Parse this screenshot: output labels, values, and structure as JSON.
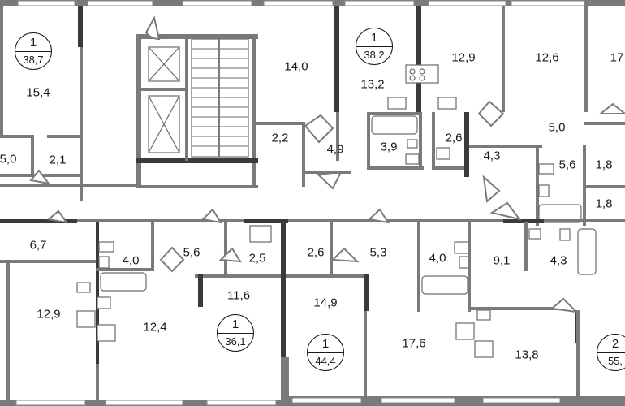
{
  "apartments": [
    {
      "rooms": "1",
      "total": "38,7"
    },
    {
      "rooms": "1",
      "total": "38,2"
    },
    {
      "rooms": "1",
      "total": "36,1"
    },
    {
      "rooms": "1",
      "total": "44,4"
    },
    {
      "rooms": "2",
      "total": "55,"
    }
  ],
  "room_areas": [
    "15,4",
    "5,0",
    "2,1",
    "14,0",
    "2,2",
    "4,9",
    "13,2",
    "3,9",
    "2,6",
    "12,9",
    "12,6",
    "17",
    "4,3",
    "5,0",
    "5,6",
    "1,8",
    "1,8",
    "6,7",
    "4,0",
    "5,6",
    "2,5",
    "2,6",
    "5,3",
    "4,0",
    "9,1",
    "4,3",
    "12,9",
    "12,4",
    "11,6",
    "14,9",
    "17,6",
    "13,8"
  ]
}
